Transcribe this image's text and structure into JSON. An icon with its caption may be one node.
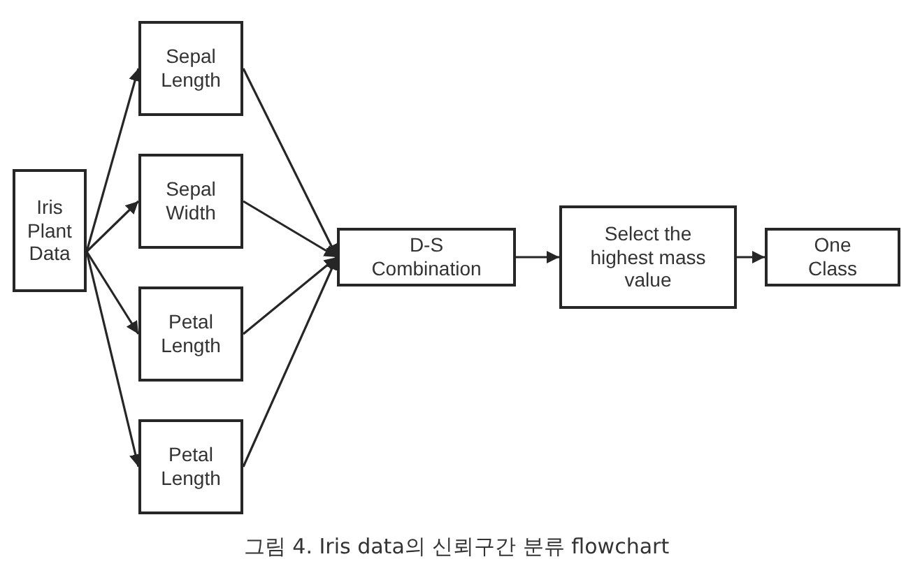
{
  "diagram": {
    "caption": "그림 4. Iris data의 신뢰구간 분류 flowchart",
    "nodes": [
      {
        "text": [
          "Iris Plant Data"
        ]
      },
      {
        "text": [
          "Sepal Length"
        ]
      },
      {
        "text": [
          "Sepal Width"
        ]
      },
      {
        "text": [
          "Petal Length"
        ]
      },
      {
        "text": [
          "Petal Length"
        ]
      },
      {
        "text": [
          "D-S Combination"
        ]
      },
      {
        "text": [
          "Select the highest mass value"
        ]
      },
      {
        "text": [
          "One Class"
        ]
      }
    ],
    "edges": [
      {
        "from": 0,
        "to": 1,
        "arrow": "to"
      },
      {
        "from": 0,
        "to": 2,
        "arrow": "to"
      },
      {
        "from": 0,
        "to": 3,
        "arrow": "to"
      },
      {
        "from": 0,
        "to": 4,
        "arrow": "to"
      },
      {
        "from": 1,
        "to": 5,
        "arrow": "to"
      },
      {
        "from": 2,
        "to": 5,
        "arrow": "to"
      },
      {
        "from": 3,
        "to": 5,
        "arrow": "to"
      },
      {
        "from": 4,
        "to": 5,
        "arrow": "to"
      },
      {
        "from": 5,
        "to": 6,
        "arrow": "to"
      },
      {
        "from": 6,
        "to": 7,
        "arrow": "to"
      }
    ]
  }
}
